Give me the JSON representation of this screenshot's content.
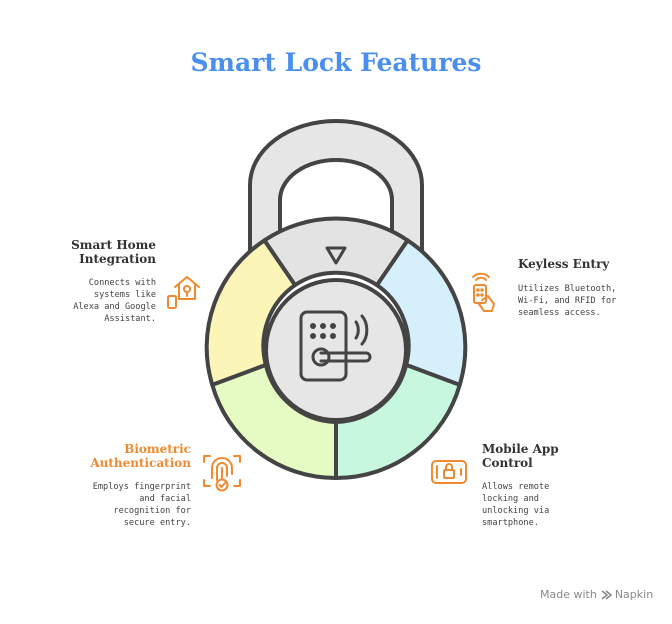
{
  "title": "Smart Lock Features",
  "features": {
    "smart_home": {
      "heading": "Smart Home Integration",
      "description": "Connects with systems like Alexa and Google Assistant.",
      "color": "#fbf5b8",
      "icon": "smart-home-icon"
    },
    "keyless_entry": {
      "heading": "Keyless Entry",
      "description": "Utilizes Bluetooth, Wi-Fi, and RFID for seamless access.",
      "color": "#d6f0fb",
      "icon": "keyless-entry-icon"
    },
    "biometric": {
      "heading": "Biometric Authentication",
      "description": "Employs fingerprint and facial recognition for secure entry.",
      "color": "#e6fbc4",
      "icon": "fingerprint-icon"
    },
    "mobile_app": {
      "heading": "Mobile App Control",
      "description": "Allows remote locking and unlocking via smartphone.",
      "color": "#c8f7df",
      "icon": "mobile-app-icon"
    }
  },
  "colors": {
    "title": "#4a8ff0",
    "icon_accent": "#f08a30",
    "outline": "#444444",
    "lock_body": "#e6e6e6"
  },
  "footer": {
    "text": "Made with",
    "brand": "Napkin"
  }
}
